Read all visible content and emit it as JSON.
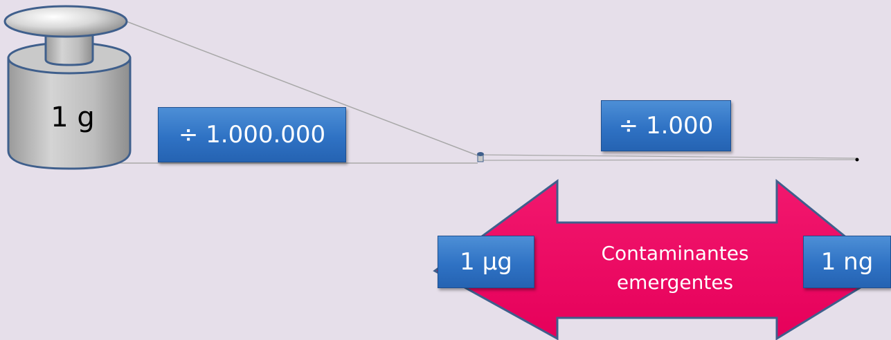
{
  "weight": {
    "label": "1 g"
  },
  "boxes": {
    "divide_million": "÷ 1.000.000",
    "divide_thousand": "÷ 1.000",
    "microgram": "1 µg",
    "nanogram": "1 ng"
  },
  "arrow": {
    "line1": "Contaminantes",
    "line2": "emergentes",
    "color": "#ee0a62"
  },
  "colors": {
    "background": "#e6dfea",
    "box_blue": "#2f72c4",
    "weight_gray": "#bfbfbf",
    "weight_outline": "#3f5f8c"
  }
}
